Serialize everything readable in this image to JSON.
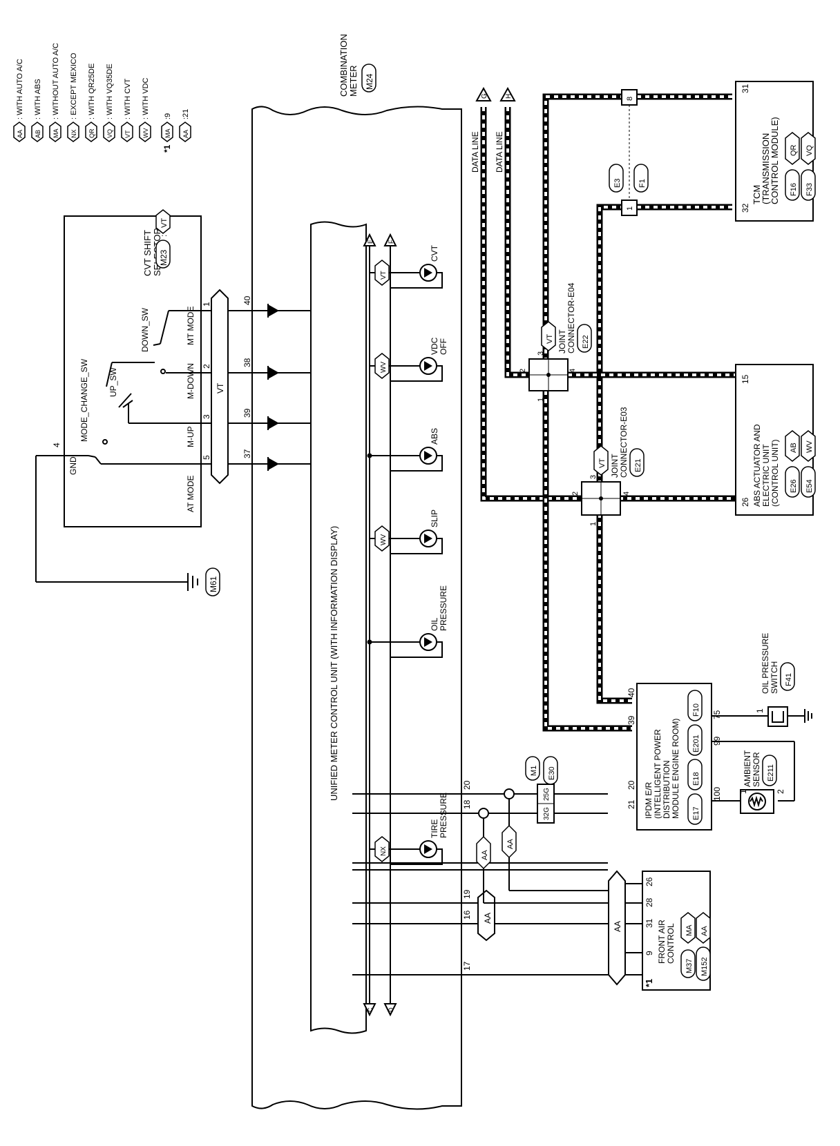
{
  "legend": {
    "items": [
      {
        "code": "AA",
        "text": ": WITH AUTO A/C"
      },
      {
        "code": "AB",
        "text": ": WITH ABS"
      },
      {
        "code": "MA",
        "text": ": WITHOUT AUTO A/C"
      },
      {
        "code": "NX",
        "text": ": EXCEPT MEXICO"
      },
      {
        "code": "QR",
        "text": ": WITH QR25DE"
      },
      {
        "code": "VQ",
        "text": ": WITH VQ35DE"
      },
      {
        "code": "VT",
        "text": ": WITH CVT"
      },
      {
        "code": "WV",
        "text": ": WITH VDC"
      }
    ],
    "note_mark": "*1",
    "note_items": [
      {
        "code": "MA",
        "text": ":9"
      },
      {
        "code": "AA",
        "text": ":21"
      }
    ]
  },
  "combination_meter": {
    "title_line1": "COMBINATION",
    "title_line2": "METER",
    "connector": "M24",
    "unit_label": "UNIFIED METER CONTROL UNIT (WITH INFORMATION DISPLAY)",
    "pins_top": [
      "40",
      "38",
      "39",
      "37"
    ],
    "pins_bottom": [
      "20",
      "18",
      "19",
      "16",
      "17"
    ],
    "indicators": [
      {
        "label": "CVT",
        "option": "VT"
      },
      {
        "label": "VDC OFF",
        "option": "WV"
      },
      {
        "label": "ABS",
        "option": ""
      },
      {
        "label": "SLIP",
        "option": "WV"
      },
      {
        "label": "OIL PRESSURE",
        "option": ""
      },
      {
        "label": "TIRE PRESSURE",
        "option": "NX"
      }
    ],
    "offpage": [
      "E",
      "F",
      "C",
      "D"
    ]
  },
  "cvt_selector": {
    "title_line1": "CVT SHIFT",
    "title_line2": "SELECTOR",
    "connector": "M23",
    "option": "VT",
    "switches": [
      "MODE_CHANGE_SW",
      "UP_SW",
      "DOWN_SW"
    ],
    "pins": [
      {
        "pin": "1",
        "label": "MT MODE"
      },
      {
        "pin": "2",
        "label": "M-DOWN"
      },
      {
        "pin": "3",
        "label": "M-UP"
      },
      {
        "pin": "5",
        "label": "AT MODE"
      }
    ],
    "gnd_label": "GND",
    "gnd_pin": "4",
    "bus_label": "VT"
  },
  "ground": {
    "connector": "M61"
  },
  "data_lines": {
    "G_label": "DATA LINE",
    "H_label": "DATA LINE",
    "G": "G",
    "H": "H"
  },
  "tcm": {
    "line1": "TCM",
    "line2": "(TRANSMISSION",
    "line3": "CONTROL MODULE)",
    "connectors": [
      "F16",
      "QR",
      "F33",
      "VQ"
    ],
    "pins": [
      "31",
      "32"
    ]
  },
  "inline_connector": {
    "pins": [
      "8",
      "1"
    ],
    "connectors": [
      "E3",
      "F1"
    ]
  },
  "joint_e04": {
    "line1": "JOINT",
    "line2": "CONNECTOR-E04",
    "connector": "E22",
    "option": "VT",
    "pins": [
      "1",
      "2",
      "3",
      "4"
    ]
  },
  "joint_e03": {
    "line1": "JOINT",
    "line2": "CONNECTOR-E03",
    "connector": "E21",
    "option": "VT",
    "pins": [
      "1",
      "2",
      "3",
      "4"
    ]
  },
  "abs": {
    "line1": "ABS ACTUATOR AND",
    "line2": "ELECTRIC UNIT",
    "line3": "(CONTROL UNIT)",
    "connectors": [
      "E26",
      "AB",
      "E54",
      "WV"
    ],
    "pins": [
      "15",
      "26"
    ]
  },
  "ipdm": {
    "line1": "IPDM E/R",
    "line2": "(INTELLIGENT POWER",
    "line3": "DISTRIBUTION",
    "line4": "MODULE ENGINE ROOM)",
    "connectors": [
      "E17",
      "E18",
      "E201",
      "F10"
    ],
    "pins": [
      "40",
      "39",
      "75",
      "99",
      "100",
      "21",
      "20"
    ]
  },
  "oil_switch": {
    "line1": "OIL PRESSURE",
    "line2": "SWITCH",
    "connector": "F41",
    "pin": "1"
  },
  "ambient": {
    "line1": "AMBIENT",
    "line2": "SENSOR",
    "connector": "E211",
    "pins": [
      "1",
      "2"
    ]
  },
  "harness": {
    "connectors": [
      "M1",
      "E30"
    ],
    "pins": [
      "25G",
      "32G"
    ]
  },
  "front_air": {
    "line1": "FRONT AIR",
    "line2": "CONTROL",
    "connectors": [
      "M37",
      "MA",
      "M152",
      "AA"
    ],
    "pins": [
      "26",
      "28",
      "31",
      "9"
    ],
    "note": "*1",
    "bus_left": "AA",
    "bus_right": "AA",
    "branch_opts": [
      "AA",
      "AA"
    ]
  }
}
